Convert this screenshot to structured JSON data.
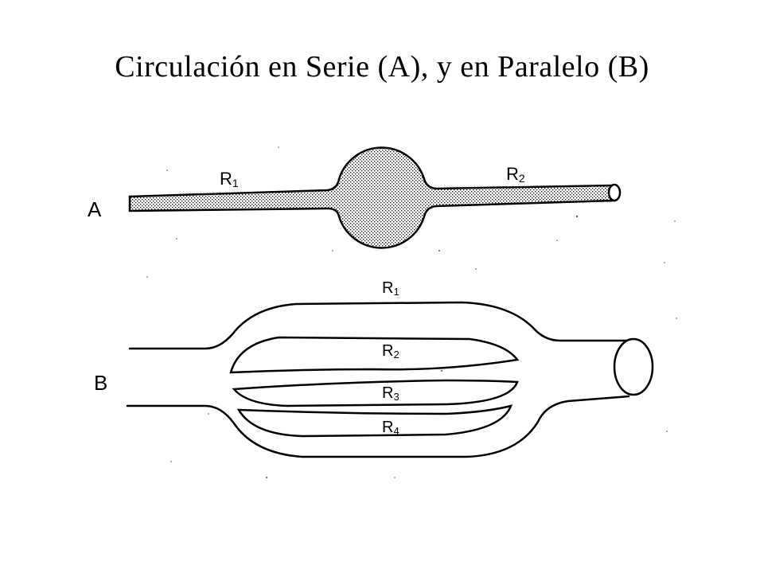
{
  "title": "Circulación en Serie (A), y en Paralelo (B)",
  "diagram_a": {
    "label": "A",
    "resistances": [
      {
        "name": "R",
        "sub": "1"
      },
      {
        "name": "R",
        "sub": "2"
      }
    ]
  },
  "diagram_b": {
    "label": "B",
    "resistances": [
      {
        "name": "R",
        "sub": "1"
      },
      {
        "name": "R",
        "sub": "2"
      },
      {
        "name": "R",
        "sub": "3"
      },
      {
        "name": "R",
        "sub": "4"
      }
    ]
  },
  "colors": {
    "ink": "#000000",
    "background": "#ffffff"
  }
}
